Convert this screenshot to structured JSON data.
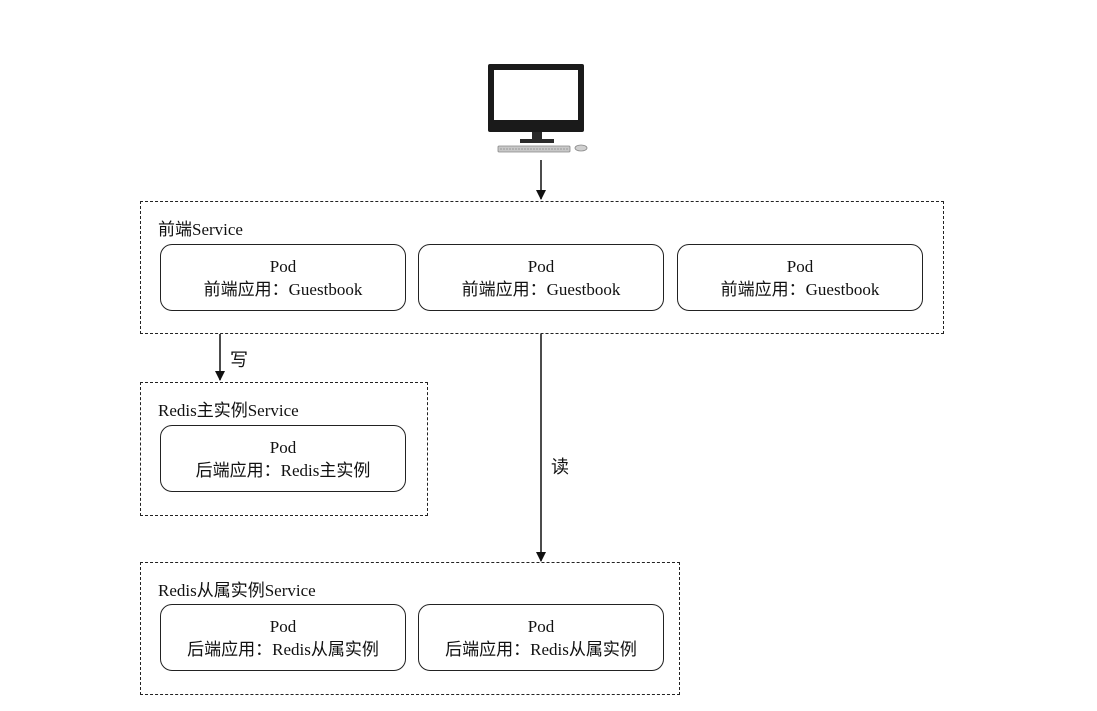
{
  "frontend_service": {
    "title": "前端Service",
    "pods": [
      {
        "name": "Pod",
        "app": "前端应用：Guestbook"
      },
      {
        "name": "Pod",
        "app": "前端应用：Guestbook"
      },
      {
        "name": "Pod",
        "app": "前端应用：Guestbook"
      }
    ]
  },
  "redis_master_service": {
    "title": "Redis主实例Service",
    "pods": [
      {
        "name": "Pod",
        "app": "后端应用：Redis主实例"
      }
    ]
  },
  "redis_slave_service": {
    "title": "Redis从属实例Service",
    "pods": [
      {
        "name": "Pod",
        "app": "后端应用：Redis从属实例"
      },
      {
        "name": "Pod",
        "app": "后端应用：Redis从属实例"
      }
    ]
  },
  "edges": {
    "write_label": "写",
    "read_label": "读"
  },
  "icons": {
    "client": "desktop-computer-icon"
  }
}
